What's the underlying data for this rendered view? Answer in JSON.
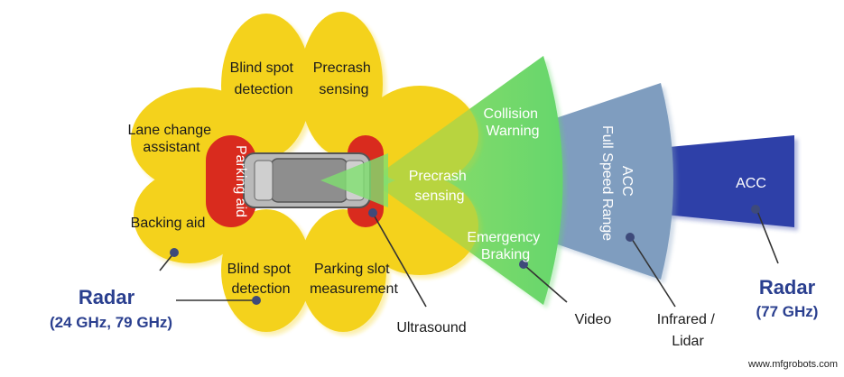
{
  "labels": {
    "blind_spot_top": [
      "Blind spot",
      "detection"
    ],
    "precrash_top": [
      "Precrash",
      "sensing"
    ],
    "lane_change": [
      "Lane change",
      "assistant"
    ],
    "parking_aid": "Parking aid",
    "backing_aid": "Backing aid",
    "blind_spot_bottom": [
      "Blind spot",
      "detection"
    ],
    "parking_slot": [
      "Parking slot",
      "measurement"
    ],
    "collision_warning": [
      "Collision",
      "Warning"
    ],
    "precrash_center": [
      "Precrash",
      "sensing"
    ],
    "emergency_braking": [
      "Emergency",
      "Braking"
    ],
    "acc_full_speed": [
      "ACC",
      "Full Speed Range"
    ],
    "acc": "ACC",
    "ultrasound": "Ultrasound",
    "video": "Video",
    "infrared_lidar": [
      "Infrared /",
      "Lidar"
    ],
    "radar_left": "Radar",
    "radar_left_freq": "(24 GHz, 79 GHz)",
    "radar_right": "Radar",
    "radar_right_freq": "(77 GHz)"
  },
  "watermark": "www.mfgrobots.com",
  "colors": {
    "yellow_zone": "#f4d21f",
    "red_zone": "#d92b1e",
    "green_zone": "#6fd86a",
    "blue_gray_zone": "#7f9dbf",
    "radar_blue": "#2f3fa8",
    "label_blue": "#2a3f8f"
  }
}
